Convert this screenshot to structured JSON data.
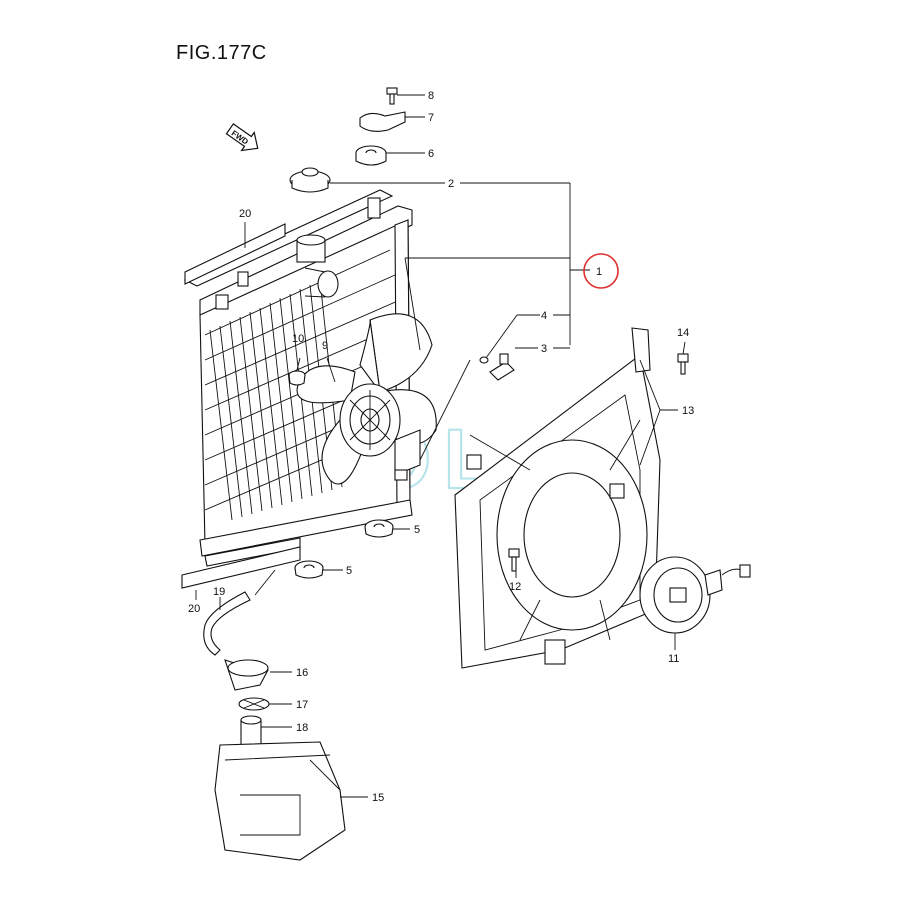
{
  "figure": {
    "title": "FIG.177C",
    "fwd_marker": "FWD",
    "watermark": "SOL"
  },
  "highlight": {
    "part": "1",
    "color": "#e03030"
  },
  "callouts": [
    "1",
    "2",
    "3",
    "4",
    "5",
    "5",
    "6",
    "7",
    "8",
    "9",
    "10",
    "11",
    "12",
    "13",
    "14",
    "15",
    "16",
    "17",
    "18",
    "19",
    "20",
    "20"
  ]
}
